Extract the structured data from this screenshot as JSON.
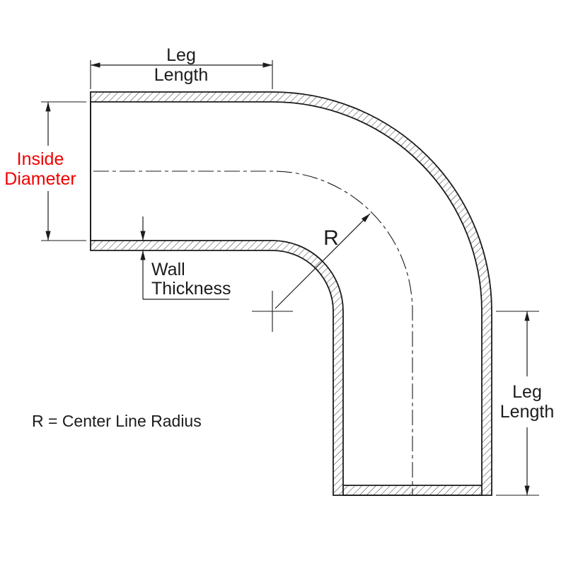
{
  "diagram": {
    "colors": {
      "line": "#1b1b1b",
      "highlight_red": "#ee0000"
    },
    "labels": {
      "leg_length_top": {
        "line1": "Leg",
        "line2": "Length"
      },
      "inside_diameter": {
        "line1": "Inside",
        "line2": "Diameter"
      },
      "wall_thickness": {
        "line1": "Wall",
        "line2": "Thickness"
      },
      "radius_symbol": "R",
      "leg_length_right": {
        "line1": "Leg",
        "line2": "Length"
      },
      "legend": "R = Center Line Radius"
    }
  }
}
